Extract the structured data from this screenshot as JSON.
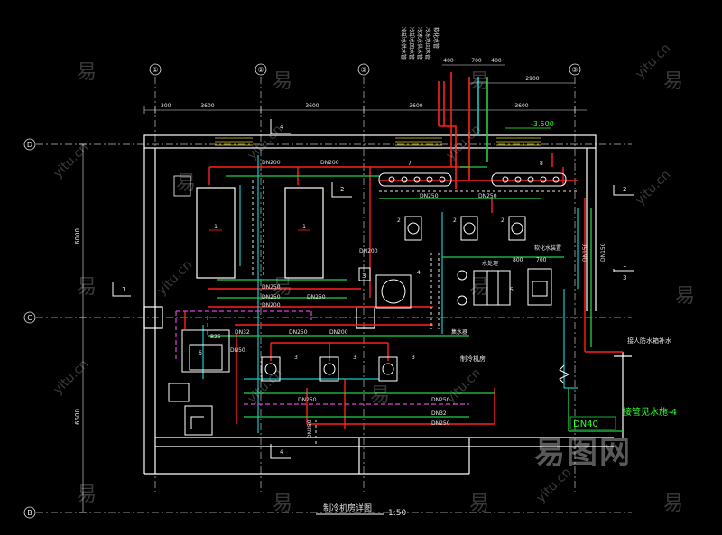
{
  "drawing": {
    "title": "制冷机房详图",
    "scale": "1:50"
  },
  "grid": {
    "columns": [
      "①",
      "②",
      "③",
      "⑤"
    ],
    "rows": [
      "D",
      "C",
      "B"
    ],
    "top_dims": [
      "300",
      "3600",
      "3600",
      "3600",
      "3600"
    ],
    "top_dims_extra": [
      "400",
      "700",
      "400",
      "2900"
    ],
    "left_dims": [
      "6000",
      "6600"
    ]
  },
  "pipes_labels": {
    "dn200_a": "DN200",
    "dn200_b": "DN200",
    "dn250_a": "DN250",
    "dn250_b": "DN250",
    "dn200_c": "DN200",
    "dn250_c": "DN250",
    "dn250_d": "DN250",
    "dn250_e": "DN250",
    "dn32": "DN32",
    "dn50": "DN50",
    "dn150_a": "DN150",
    "dn150_b": "DN150",
    "dn250_f": "DN250",
    "dn250_g": "DN250",
    "dn32_b": "DN32",
    "dn250_h": "DN250",
    "dn40": "DN40",
    "elev": "-3.500"
  },
  "notes": {
    "vertical_notes": [
      "冷却水供水管",
      "冷却水回水管",
      "冷冻水供水管",
      "冷冻水回水管",
      "软化水管"
    ],
    "right_note": "接人防水箱补水",
    "bottom_right_note": "接管见水施-4",
    "room_label": "制冷机房",
    "tank_label": "集水器",
    "device_label": "软化水装置",
    "small_label_1": "水处理",
    "dn_label": "DN40",
    "small_b25": "B25",
    "ref_2": "2",
    "ref_1": "1",
    "ref_3": "3",
    "ref_4": "4"
  },
  "section_marks": {
    "mark_top": "4",
    "mark_bottom": "4",
    "mark_right_top": "2",
    "mark_right_frac_top": "1",
    "mark_right_frac_bottom": "3",
    "mark_left": "1",
    "mark_mid_2": "2",
    "mark_mid_3": "3"
  },
  "equipment_numbers": {
    "chiller_1": "1",
    "chiller_2": "1",
    "manifold_7": "7",
    "manifold_8": "8",
    "pump_top": [
      "2",
      "2",
      "2"
    ],
    "pump_bottom": [
      "3",
      "3",
      "3"
    ],
    "tank_4": "4",
    "softener_5": "5",
    "tank_6": "6"
  },
  "watermark": {
    "site": "yitu.cn",
    "char": "易",
    "brand": "易图网"
  },
  "colors": {
    "background": "#000000",
    "wall": "#ffffff",
    "red_pipe": "#ff2020",
    "green_pipe": "#22d14a",
    "cyan_pipe": "#16c8c8",
    "magenta_pipe": "#e040e0",
    "yellow_pipe": "#e0d020",
    "equipment": "#ffffff",
    "label_green": "#33ff33",
    "label_white": "#e6e6e6"
  }
}
